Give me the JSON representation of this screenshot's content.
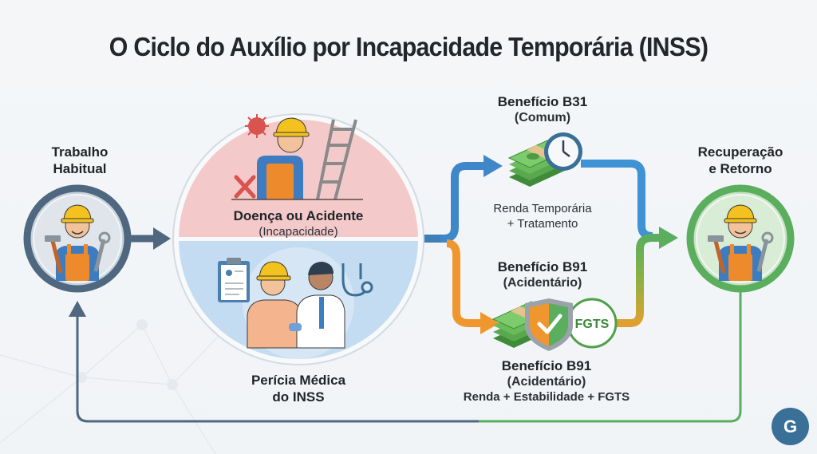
{
  "title": "O Ciclo do Auxílio por Incapacidade Temporária (INSS)",
  "nodes": {
    "work": {
      "line1": "Trabalho",
      "line2": "Habitual",
      "ring_color": "#4f6880"
    },
    "incapacity": {
      "line1": "Doença ou Acidente",
      "line2": "(Incapacidade)",
      "bg_color": "#f4c9c9"
    },
    "exam": {
      "line1": "Perícia Médica",
      "line2": "do INSS",
      "bg_color": "#c4dcf1"
    },
    "b31": {
      "title": "Benefício B31",
      "subtitle": "(Comum)",
      "desc1": "Renda Temporária",
      "desc2": "+ Tratamento",
      "path_color": "#3f87c9"
    },
    "b91_top": {
      "title": "Benefício B91",
      "subtitle": "(Acidentário)",
      "path_color": "#f0962e"
    },
    "b91_bottom": {
      "title": "Benefício B91",
      "subtitle": "(Acidentário)",
      "desc": "Renda + Estabilidade + FGTS",
      "badge": "FGTS"
    },
    "recovery": {
      "line1": "Recuperação",
      "line2": "e Retorno",
      "ring_color": "#5aae5e"
    }
  },
  "colors": {
    "return_line_dark": "#4f6880",
    "return_line_green": "#5aae5e",
    "money_green": "#4fa04a",
    "helmet_yellow": "#f4c21f",
    "overall_orange": "#ec8a2c"
  },
  "logo": {
    "text": "G"
  }
}
